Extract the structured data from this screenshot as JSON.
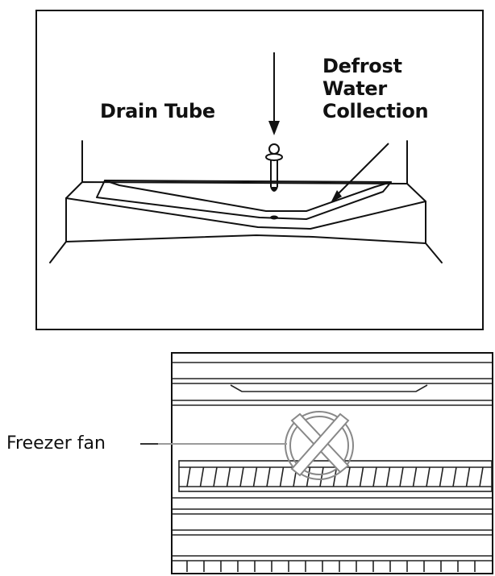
{
  "top_diagram": {
    "drain_tube_label": "Drain Tube",
    "defrost_label_lines": [
      "Defrost",
      "Water",
      "Collection"
    ]
  },
  "bottom_diagram": {
    "freezer_fan_label": "Freezer fan"
  },
  "colors": {
    "line": "#111111",
    "light_line": "#9a9a9a",
    "background": "#ffffff"
  }
}
